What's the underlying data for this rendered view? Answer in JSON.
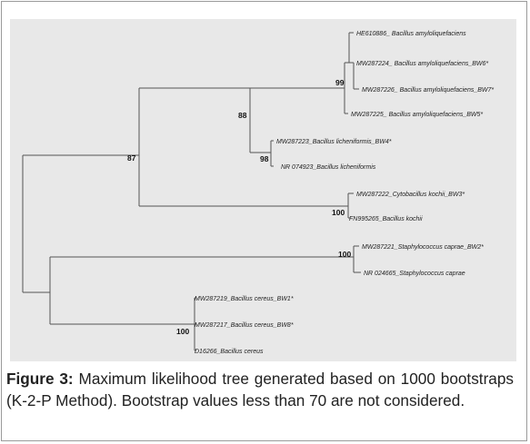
{
  "tree": {
    "leaves": [
      "HE610886_ Bacillus amyloliquefaciens",
      "MW287224_ Bacillus amyloliquefaciens_BW6*",
      "MW287226_ Bacillus amyloliquefaciens_BW7*",
      "MW287225_ Bacillus amyloliquefaciens_BW5*",
      "MW287223_Bacillus licheniformis_BW4*",
      "NR 074923_Bacillus licheniformis",
      "MW287222_Cytobacillus kochii_BW3*",
      "FN995265_Bacillus kochii",
      "MW287221_Staphylococcus caprae_BW2*",
      "NR 024665_Staphylococcus caprae",
      "MW287219_Bacillus cereus_BW1*",
      "MW287217_Bacillus cereus_BW8*",
      "D16266_Bacillus cereus"
    ],
    "bootstrap": [
      "99",
      "88",
      "98",
      "87",
      "100",
      "100",
      "100"
    ]
  },
  "caption": {
    "label": "Figure 3:",
    "text": " Maximum likelihood tree generated based on 1000 bootstraps (K-2-P Method). Bootstrap values less than 70 are not considered."
  },
  "colors": {
    "panel": "#e8e8e8",
    "branch": "#555555"
  }
}
